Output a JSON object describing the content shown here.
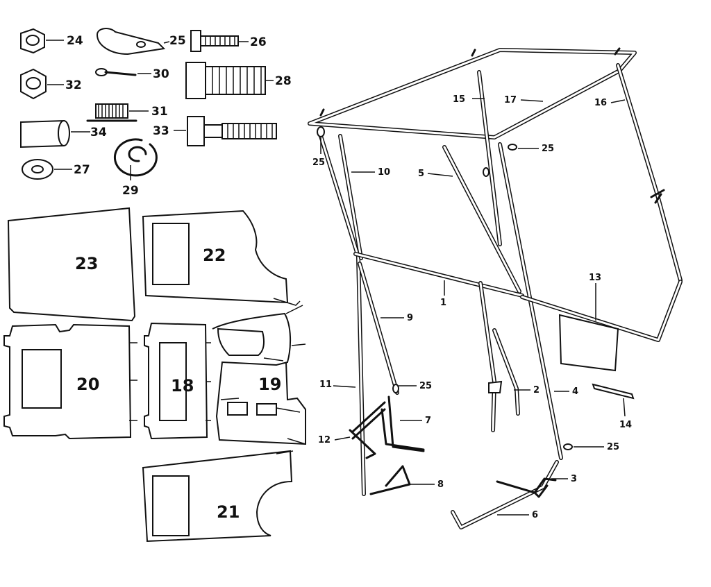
{
  "callouts": {
    "c24": "24",
    "c25a": "25",
    "c26": "26",
    "c30": "30",
    "c28": "28",
    "c32": "32",
    "c31": "31",
    "c34": "34",
    "c33": "33",
    "c27": "27",
    "c29": "29",
    "c15": "15",
    "c17": "17",
    "c16": "16",
    "c25b": "25",
    "c25c": "25",
    "c10": "10",
    "c5": "5",
    "c1": "1",
    "c13": "13",
    "c9": "9",
    "c25d": "25",
    "c11": "11",
    "c2": "2",
    "c4": "4",
    "c7": "7",
    "c14": "14",
    "c12": "12",
    "c25e": "25",
    "c3": "3",
    "c8": "8",
    "c6": "6"
  },
  "panels": {
    "p23": "23",
    "p22": "22",
    "p20": "20",
    "p18": "18",
    "p19": "19",
    "p21": "21"
  }
}
